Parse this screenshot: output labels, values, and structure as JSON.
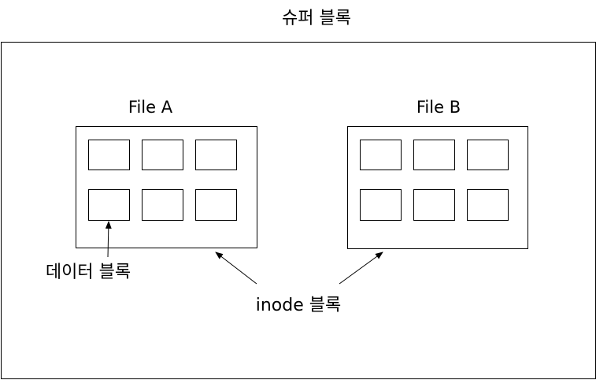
{
  "superblock": {
    "label": "슈퍼 블록"
  },
  "files": [
    {
      "label": "File A"
    },
    {
      "label": "File B"
    }
  ],
  "labels": {
    "data_block": "데이터 블록",
    "inode_block": "inode 블록"
  },
  "colors": {
    "stroke": "#000000",
    "background": "#ffffff"
  }
}
